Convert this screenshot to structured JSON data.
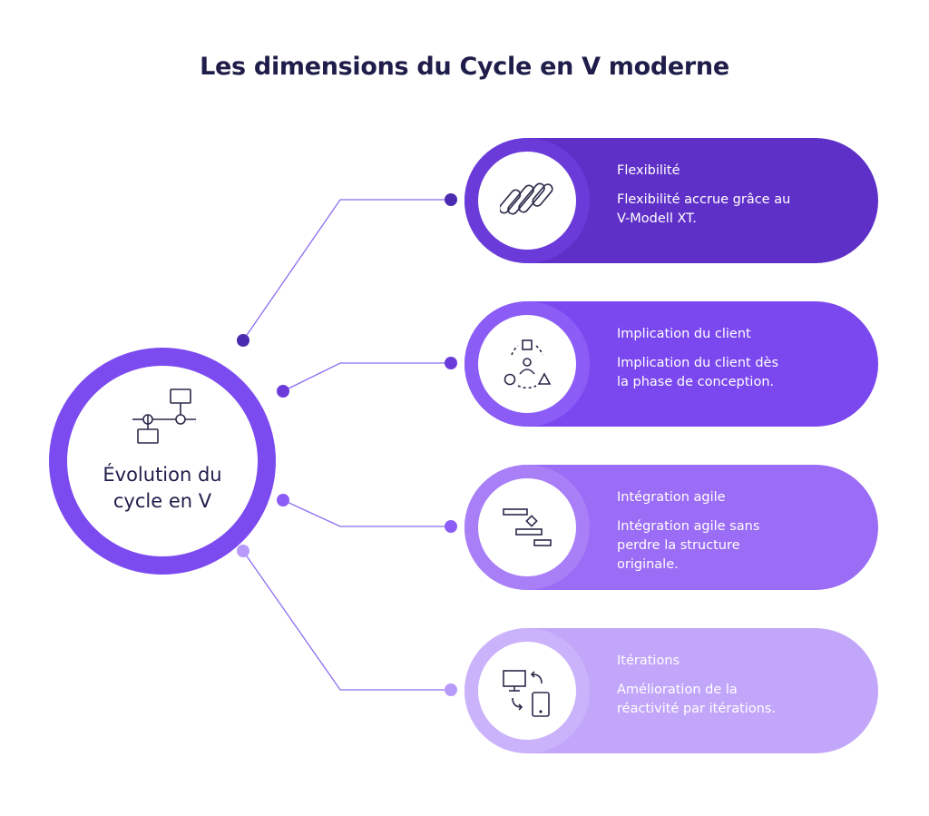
{
  "title": "Les dimensions du Cycle en V moderne",
  "center": {
    "label_line1": "Évolution du",
    "label_line2": "cycle en V",
    "icon": "flowchart-icon"
  },
  "colors": {
    "title": "#1f1d4a",
    "center": "#7c4bf0",
    "items": [
      "#5f30c8",
      "#7a48ee",
      "#9b6cf5",
      "#c2a6fa"
    ],
    "rings": [
      "#6a3bd9",
      "#8b5cf6",
      "#a97ff8",
      "#cbb3fb"
    ]
  },
  "items": [
    {
      "title": "Flexibilité",
      "desc_line1": "Flexibilité accrue grâce au",
      "desc_line2": "V-Modell XT.",
      "desc_line3": "",
      "icon": "flexibility-icon"
    },
    {
      "title": "Implication du client",
      "desc_line1": "Implication du client dès",
      "desc_line2": "la phase de conception.",
      "desc_line3": "",
      "icon": "collaboration-icon"
    },
    {
      "title": "Intégration agile",
      "desc_line1": "Intégration agile sans",
      "desc_line2": "perdre la structure",
      "desc_line3": "originale.",
      "icon": "gantt-icon"
    },
    {
      "title": "Itérations",
      "desc_line1": "Amélioration de la",
      "desc_line2": "réactivité par itérations.",
      "desc_line3": "",
      "icon": "devices-sync-icon"
    }
  ]
}
